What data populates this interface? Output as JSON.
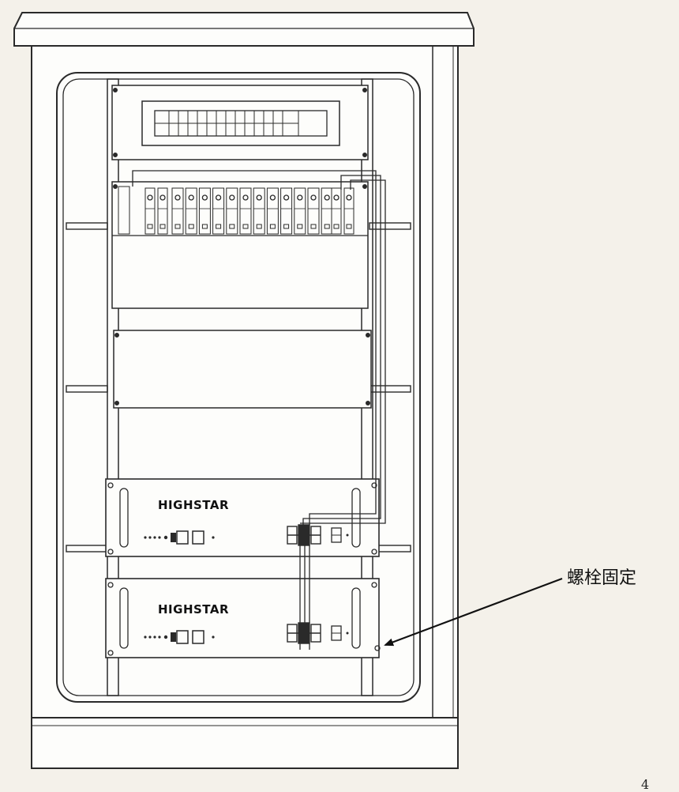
{
  "figure": {
    "callout_label": "螺栓固定",
    "page_number": "4"
  },
  "battery_modules": [
    {
      "brand": "HIGHSTAR"
    },
    {
      "brand": "HIGHSTAR"
    }
  ],
  "colors": {
    "paper": "#f4f1ea",
    "line": "#2a2a2a",
    "cabinet_fill": "#ffffff"
  }
}
